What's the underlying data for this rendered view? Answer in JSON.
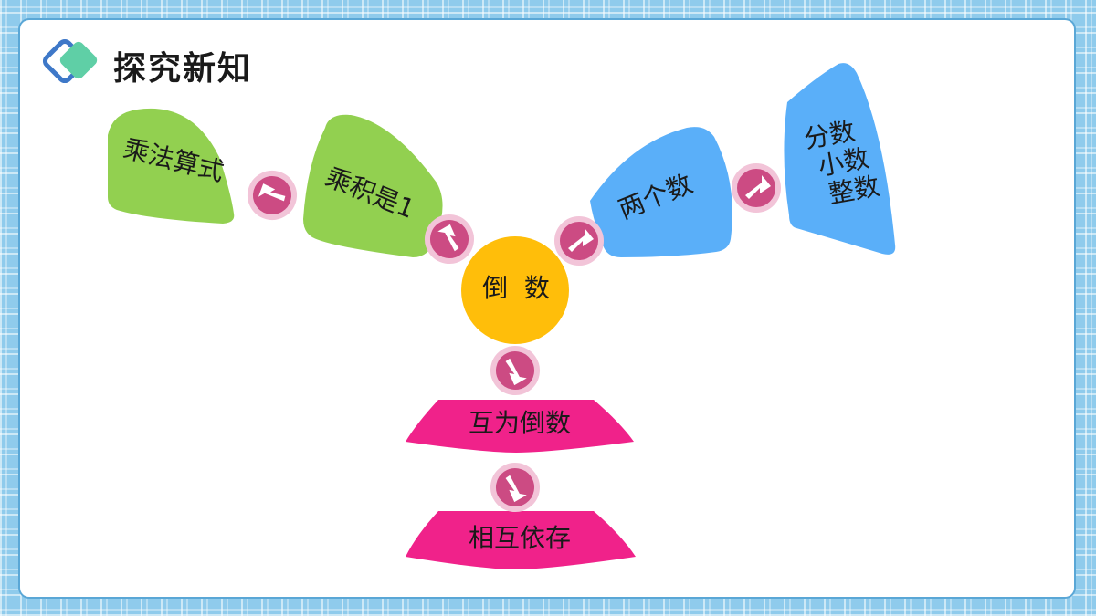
{
  "header": {
    "title": "探究新知"
  },
  "center": {
    "label": "倒  数"
  },
  "nodes": {
    "mult_expr": "乘法算式",
    "product_one": "乘积是1",
    "two_numbers": "两个数",
    "number_types": [
      "分数",
      "小数",
      "整数"
    ],
    "mutual_reciprocal": "互为倒数",
    "interdependent": "相互依存"
  },
  "colors": {
    "green": "#92d050",
    "blue": "#5aaff9",
    "magenta": "#f0228a",
    "yellow": "#ffbe0a",
    "arrow_circle": "#cc4b83"
  }
}
